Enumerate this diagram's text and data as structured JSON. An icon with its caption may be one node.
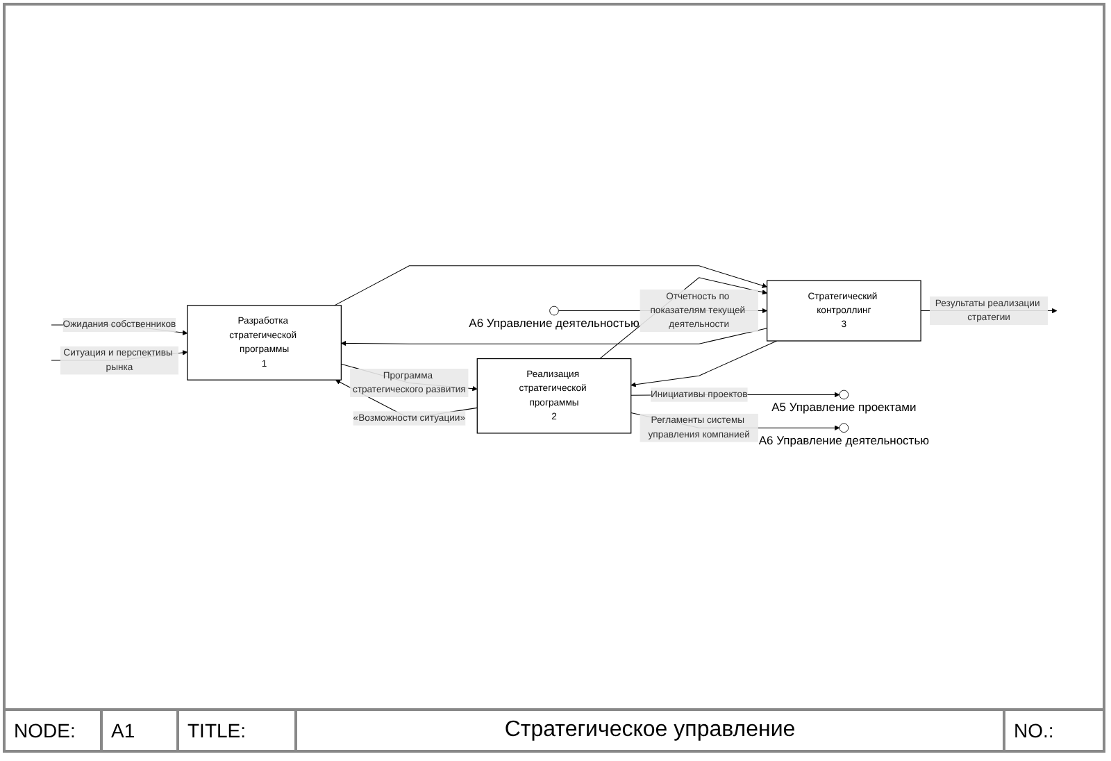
{
  "diagram": {
    "nodes": [
      {
        "text": [
          "Разработка стратегической программы",
          "1"
        ]
      },
      {
        "text": [
          "Реализация стратегической программы",
          "2"
        ]
      },
      {
        "text": [
          "Стратегический контроллинг",
          "3"
        ]
      },
      {
        "text": [],
        "shape": "circle",
        "beside": [
          "A5 Управление проектами"
        ]
      },
      {
        "text": [],
        "shape": "circle",
        "beside": [
          "A6 Управление деятельностью"
        ]
      },
      {
        "text": [],
        "shape": "circle",
        "beside": [
          "A6 Управление деятельностью"
        ]
      }
    ],
    "edges": [
      {
        "from": null,
        "to": 0,
        "arrow": "to",
        "label": "Ожидания собственников"
      },
      {
        "from": null,
        "to": 0,
        "arrow": "to",
        "label": "Ситуация и перспективы рынка"
      },
      {
        "from": 0,
        "to": 1,
        "arrow": "to",
        "label": "Программа стратегического развития"
      },
      {
        "from": 0,
        "to": 2,
        "arrow": "to"
      },
      {
        "from": 1,
        "to": 3,
        "arrow": "to",
        "label": "Инициативы проектов"
      },
      {
        "from": 1,
        "to": 4,
        "arrow": "to",
        "label": "Регламенты системы управления компанией"
      },
      {
        "from": 1,
        "to": 2,
        "arrow": "to"
      },
      {
        "from": 1,
        "to": 0,
        "arrow": "to",
        "label": "«Возможности ситуации»"
      },
      {
        "from": 5,
        "to": 2,
        "arrow": "to",
        "label": "Отчетность по показателям текущей деятельности"
      },
      {
        "from": 2,
        "to": null,
        "arrow": "to",
        "label": "Результаты реализации стратегии"
      },
      {
        "from": 2,
        "to": 0,
        "arrow": "to"
      },
      {
        "from": 2,
        "to": 1,
        "arrow": "to"
      }
    ],
    "labels": [
      "NODE:",
      "A1",
      "TITLE:",
      "Стратегическое управление",
      "NO.:"
    ]
  }
}
